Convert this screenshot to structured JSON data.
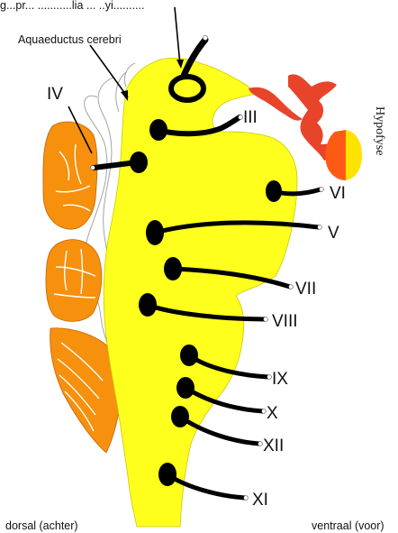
{
  "labels": {
    "top_caption": "g...pr... ...........lia ... ..yi..........",
    "aqueduct": "Aquaeductus cerebri",
    "iv": "IV",
    "iii": "III",
    "vi": "VI",
    "v": "V",
    "vii": "VII",
    "viii": "VIII",
    "ix": "IX",
    "x": "X",
    "xii": "XII",
    "xi": "XI",
    "hypofyse": "Hypofyse",
    "dorsal": "dorsal (achter)",
    "ventral": "ventraal (voor)"
  },
  "colors": {
    "brainstem": "#ffff1e",
    "cerebellum": "#f7900c",
    "hypophysis_red": "#e8442a",
    "hypophysis_yellow": "#ffe300",
    "nerve": "#000000"
  }
}
